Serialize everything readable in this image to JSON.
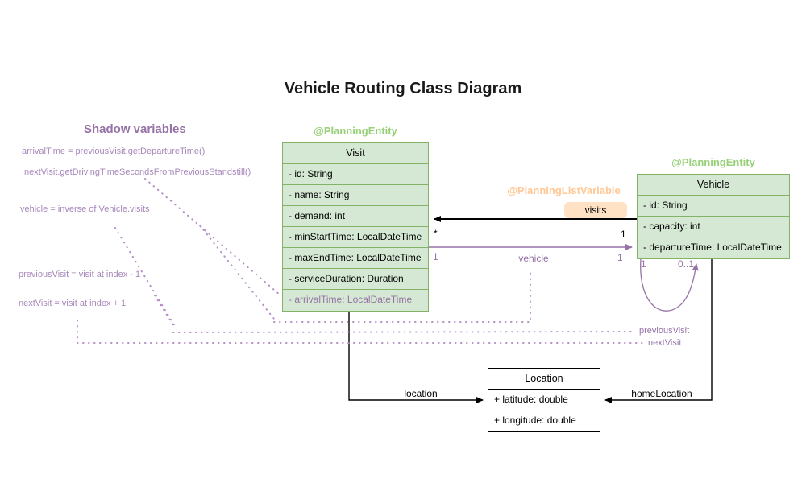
{
  "title": "Vehicle Routing Class Diagram",
  "shadow_panel": {
    "heading": "Shadow variables",
    "notes": [
      "arrivalTime = previousVisit.getDepartureTime() +",
      "nextVisit.getDrivingTimeSecondsFromPreviousStandstill()",
      "vehicle = inverse of Vehicle.visits",
      "previousVisit = visit at index - 1",
      "nextVisit = visit at index + 1"
    ]
  },
  "stereotypes": {
    "visit": "@PlanningEntity",
    "vehicle": "@PlanningEntity",
    "list_variable": "@PlanningListVariable"
  },
  "classes": {
    "visit": {
      "title": "Visit",
      "fields": [
        "- id: String",
        "- name: String",
        "- demand: int",
        "- minStartTime: LocalDateTime",
        "- maxEndTime: LocalDateTime",
        "- serviceDuration: Duration",
        "- arrivalTime: LocalDateTime"
      ]
    },
    "vehicle": {
      "title": "Vehicle",
      "fields": [
        "- id: String",
        "- capacity: int",
        "- departureTime: LocalDateTime"
      ]
    },
    "location": {
      "title": "Location",
      "fields": [
        "+ latitude: double",
        "+ longitude: double"
      ]
    }
  },
  "edges": {
    "visits": {
      "label": "visits",
      "target_multiplicity": "*",
      "source_multiplicity": "1"
    },
    "vehicle": {
      "label": "vehicle",
      "left_multiplicity": "1",
      "right_multiplicity": "1"
    },
    "self_loop": {
      "source_multiplicity": "1",
      "target_multiplicity": "0..1",
      "label_previous": "previousVisit",
      "label_next": "nextVisit"
    },
    "location": {
      "label": "location"
    },
    "home_location": {
      "label": "homeLocation"
    }
  },
  "colors": {
    "class_green_fill": "#d5e8d4",
    "class_green_stroke": "#82b366",
    "stereotype_green": "#97d077",
    "stereotype_orange": "#ffc896",
    "badge_orange_fill": "#ffe1c4",
    "purple": "#9673a6",
    "dotted_purple": "#b58fc6",
    "black": "#000000"
  }
}
